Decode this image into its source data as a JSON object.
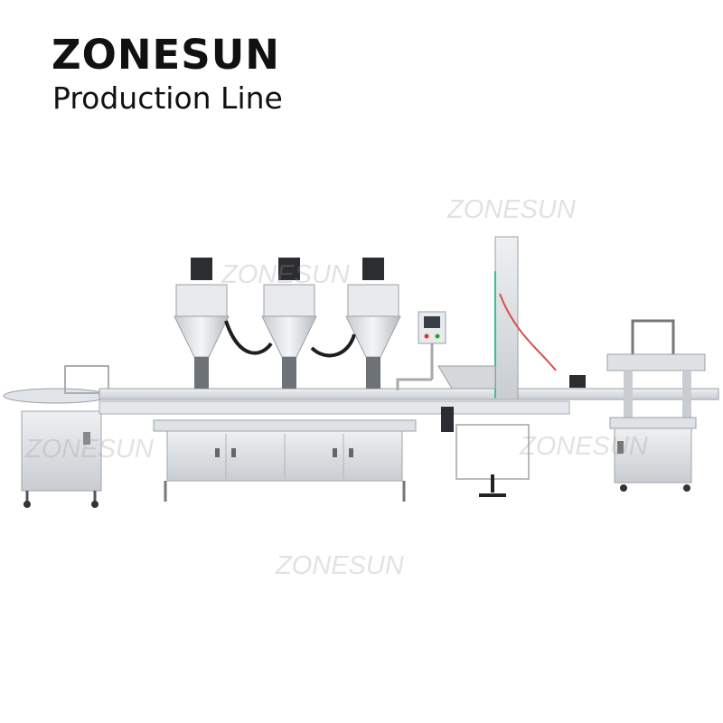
{
  "header": {
    "brand": "ZONESUN",
    "subtitle": "Production Line"
  },
  "watermarks": [
    "ZONESUN",
    "ZONESUN",
    "ZONESUN",
    "ZONESUN",
    "ZONESUN"
  ],
  "colors": {
    "steel": "#d9dcdf",
    "steel_dark": "#9aa0a6",
    "motor": "#2b2d31",
    "hose": "#1e1e1e",
    "accent_green": "#39c28a",
    "hose_red": "#d8504a"
  }
}
